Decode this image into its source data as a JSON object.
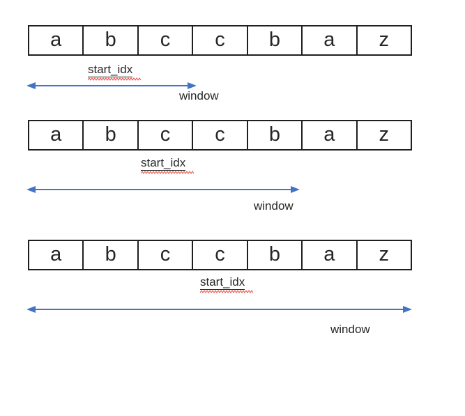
{
  "diagram": {
    "description_type": "sliding-window-diagram",
    "array_letters": [
      "a",
      "b",
      "c",
      "c",
      "b",
      "a",
      "z"
    ],
    "sections": [
      {
        "start_idx_label": "start_idx",
        "window_label": "window"
      },
      {
        "start_idx_label": "start_idx",
        "window_label": "window"
      },
      {
        "start_idx_label": "start_idx",
        "window_label": "window"
      }
    ],
    "colors": {
      "arrow": "#4472C4",
      "box_border": "#1f1f1f",
      "text": "#262626",
      "spellcheck_squiggle": "#e8463c",
      "background": "#ffffff"
    }
  }
}
